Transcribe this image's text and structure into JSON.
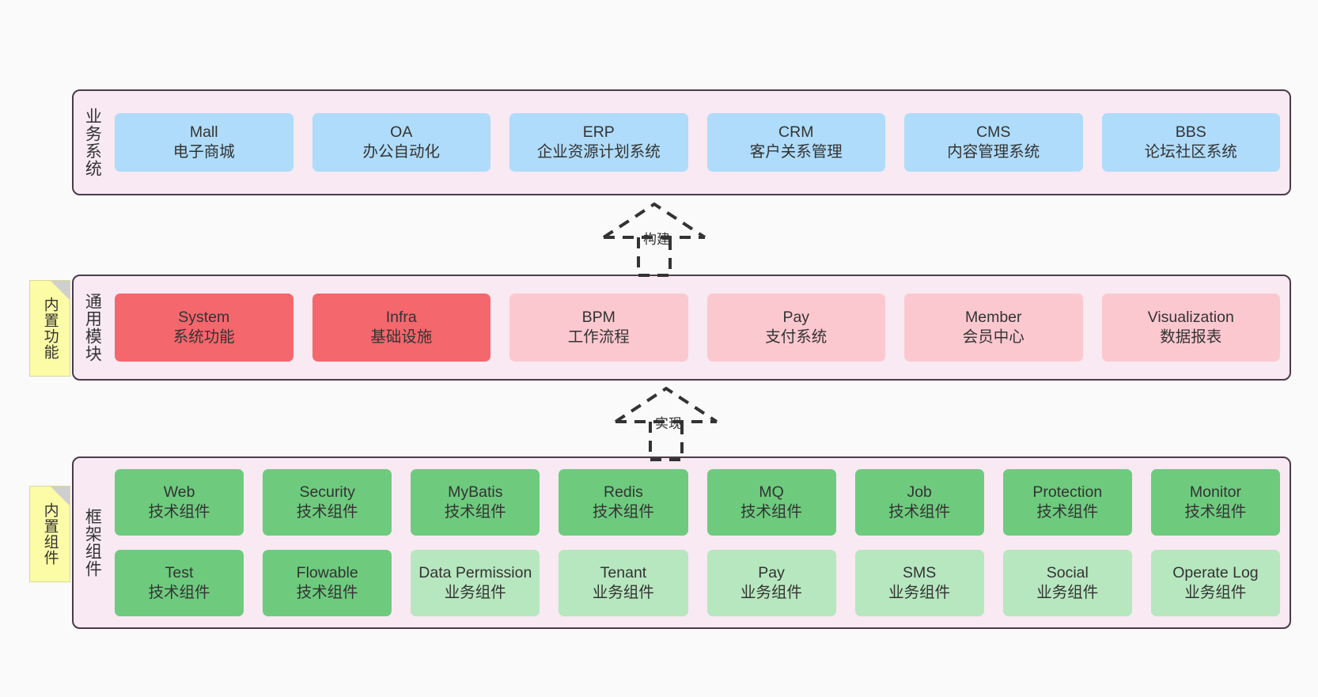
{
  "diagram": {
    "background_color": "#fafafa",
    "layer_fill": "#F8E9F2",
    "layer_border": "#4a3b4a"
  },
  "layers": [
    {
      "id": "business",
      "label": "业务系统",
      "accent": "#AFDCFA",
      "rows": [
        {
          "nodes": [
            {
              "title": "Mall",
              "sub": "电子商城",
              "color": "#AFDCFA"
            },
            {
              "title": "OA",
              "sub": "办公自动化",
              "color": "#AFDCFA"
            },
            {
              "title": "ERP",
              "sub": "企业资源计划系统",
              "color": "#AFDCFA"
            },
            {
              "title": "CRM",
              "sub": "客户关系管理",
              "color": "#AFDCFA"
            },
            {
              "title": "CMS",
              "sub": "内容管理系统",
              "color": "#AFDCFA"
            },
            {
              "title": "BBS",
              "sub": "论坛社区系统",
              "color": "#AFDCFA"
            }
          ]
        }
      ]
    },
    {
      "id": "common",
      "label": "通用模块",
      "accent": "#F4676D",
      "rows": [
        {
          "nodes": [
            {
              "title": "System",
              "sub": "系统功能",
              "color": "#F4676D"
            },
            {
              "title": "Infra",
              "sub": "基础设施",
              "color": "#F4676D"
            },
            {
              "title": "BPM",
              "sub": "工作流程",
              "color": "#FCC8CF"
            },
            {
              "title": "Pay",
              "sub": "支付系统",
              "color": "#FCC8CF"
            },
            {
              "title": "Member",
              "sub": "会员中心",
              "color": "#FCC8CF"
            },
            {
              "title": "Visualization",
              "sub": "数据报表",
              "color": "#FCC8CF"
            }
          ]
        }
      ]
    },
    {
      "id": "framework",
      "label": "框架组件",
      "accent": "#6ECB7E",
      "rows": [
        {
          "nodes": [
            {
              "title": "Web",
              "sub": "技术组件",
              "color": "#6ECB7E"
            },
            {
              "title": "Security",
              "sub": "技术组件",
              "color": "#6ECB7E"
            },
            {
              "title": "MyBatis",
              "sub": "技术组件",
              "color": "#6ECB7E"
            },
            {
              "title": "Redis",
              "sub": "技术组件",
              "color": "#6ECB7E"
            },
            {
              "title": "MQ",
              "sub": "技术组件",
              "color": "#6ECB7E"
            },
            {
              "title": "Job",
              "sub": "技术组件",
              "color": "#6ECB7E"
            },
            {
              "title": "Protection",
              "sub": "技术组件",
              "color": "#6ECB7E"
            },
            {
              "title": "Monitor",
              "sub": "技术组件",
              "color": "#6ECB7E"
            }
          ]
        },
        {
          "nodes": [
            {
              "title": "Test",
              "sub": "技术组件",
              "color": "#6ECB7E"
            },
            {
              "title": "Flowable",
              "sub": "技术组件",
              "color": "#6ECB7E"
            },
            {
              "title": "Data Permission",
              "sub": "业务组件",
              "color": "#B7E7BF"
            },
            {
              "title": "Tenant",
              "sub": "业务组件",
              "color": "#B7E7BF"
            },
            {
              "title": "Pay",
              "sub": "业务组件",
              "color": "#B7E7BF"
            },
            {
              "title": "SMS",
              "sub": "业务组件",
              "color": "#B7E7BF"
            },
            {
              "title": "Social",
              "sub": "业务组件",
              "color": "#B7E7BF"
            },
            {
              "title": "Operate Log",
              "sub": "业务组件",
              "color": "#B7E7BF"
            }
          ]
        }
      ]
    }
  ],
  "sticky_notes": [
    {
      "id": "common",
      "label": "内置功能",
      "color": "#FCFBA6"
    },
    {
      "id": "framework",
      "label": "内置组件",
      "color": "#FCFBA6"
    }
  ],
  "connectors": [
    {
      "id": "build",
      "label": "构建",
      "style": "dashed-generalization"
    },
    {
      "id": "impl",
      "label": "实现",
      "style": "dashed-generalization"
    }
  ]
}
